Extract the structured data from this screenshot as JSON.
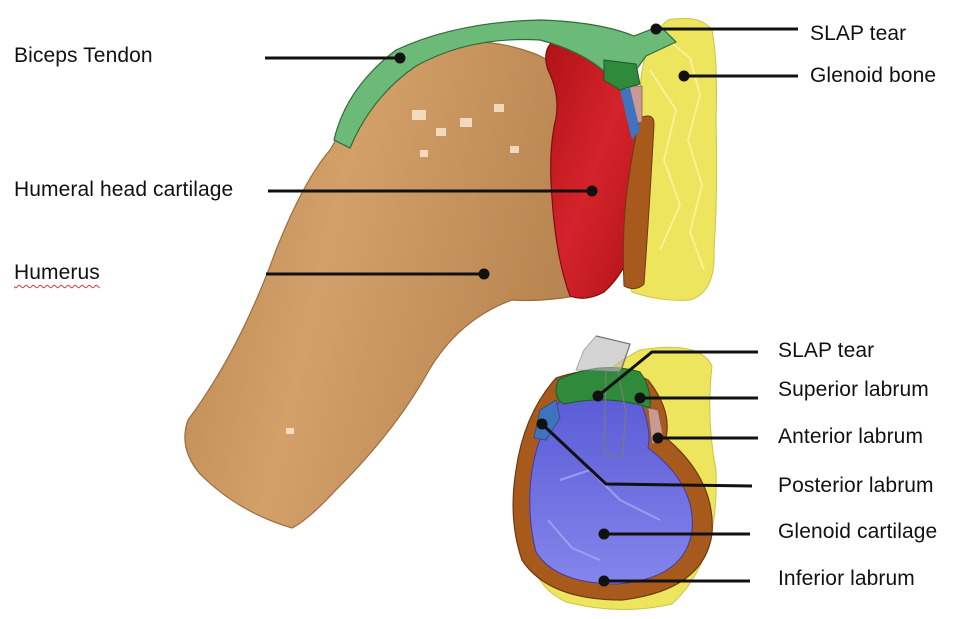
{
  "labels": {
    "biceps_tendon": "Biceps Tendon",
    "humeral_head_cartilage": "Humeral head cartilage",
    "humerus": "Humerus",
    "slap_tear_top": "SLAP tear",
    "glenoid_bone": "Glenoid bone",
    "slap_tear_bottom": "SLAP tear",
    "superior_labrum": "Superior labrum",
    "anterior_labrum": "Anterior labrum",
    "posterior_labrum": "Posterior labrum",
    "glenoid_cartilage": "Glenoid cartilage",
    "inferior_labrum": "Inferior labrum"
  },
  "colors": {
    "humerus": "#c9955d",
    "humeral_head_cartilage": "#cc1f24",
    "biceps_tendon": "#6cba78",
    "glenoid_bone": "#ede55e",
    "labrum": "#b5621f",
    "glenoid_cartilage": "#6f6fe0",
    "superior_labrum": "#2f8a3c",
    "slap_tear": "#9a9a9a",
    "anterior_labrum": "#c99a92",
    "posterior_labrum": "#3f73bd"
  }
}
